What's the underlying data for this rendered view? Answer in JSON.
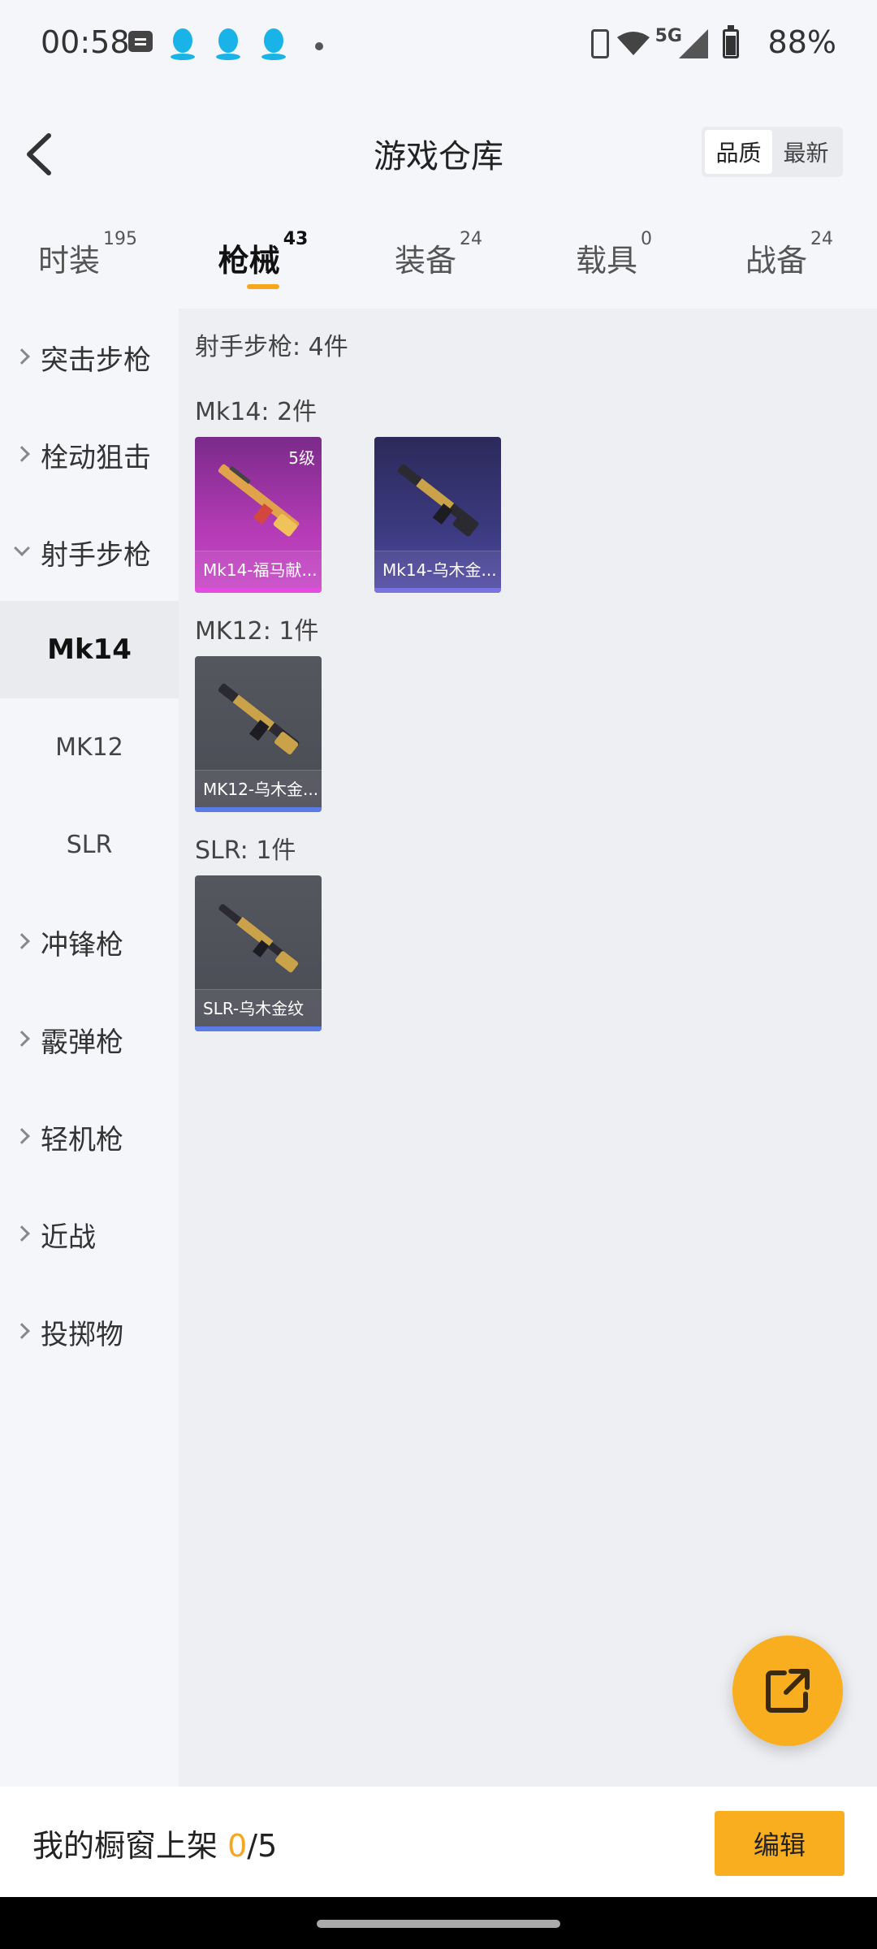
{
  "status_bar": {
    "time": "00:58",
    "network": "5G",
    "battery": "88%"
  },
  "header": {
    "title": "游戏仓库",
    "sort_options": [
      "品质",
      "最新"
    ]
  },
  "tabs": [
    {
      "label": "时装",
      "count": "195"
    },
    {
      "label": "枪械",
      "count": "43"
    },
    {
      "label": "装备",
      "count": "24"
    },
    {
      "label": "载具",
      "count": "0"
    },
    {
      "label": "战备",
      "count": "24"
    }
  ],
  "sidebar": {
    "categories": [
      {
        "label": "突击步枪"
      },
      {
        "label": "栓动狙击"
      },
      {
        "label": "射手步枪"
      },
      {
        "label": "冲锋枪"
      },
      {
        "label": "霰弹枪"
      },
      {
        "label": "轻机枪"
      },
      {
        "label": "近战"
      },
      {
        "label": "投掷物"
      }
    ],
    "subcategories": [
      {
        "label": "Mk14"
      },
      {
        "label": "MK12"
      },
      {
        "label": "SLR"
      }
    ]
  },
  "content": {
    "category_summary": "射手步枪: 4件",
    "groups": [
      {
        "title": "Mk14: 2件",
        "items": [
          {
            "name": "Mk14-福马献...",
            "level": "5级"
          },
          {
            "name": "Mk14-乌木金..."
          }
        ]
      },
      {
        "title": "MK12: 1件",
        "items": [
          {
            "name": "MK12-乌木金..."
          }
        ]
      },
      {
        "title": "SLR: 1件",
        "items": [
          {
            "name": "SLR-乌木金纹"
          }
        ]
      }
    ]
  },
  "bottom": {
    "showcase_label": "我的橱窗上架",
    "showcase_count": "0",
    "showcase_total": "/5",
    "edit_label": "编辑"
  },
  "colors": {
    "accent": "#f8ae1e",
    "pink_tier": "#e44be0",
    "purple_tier": "#7a72e0",
    "blue_tier": "#5a7be8"
  }
}
